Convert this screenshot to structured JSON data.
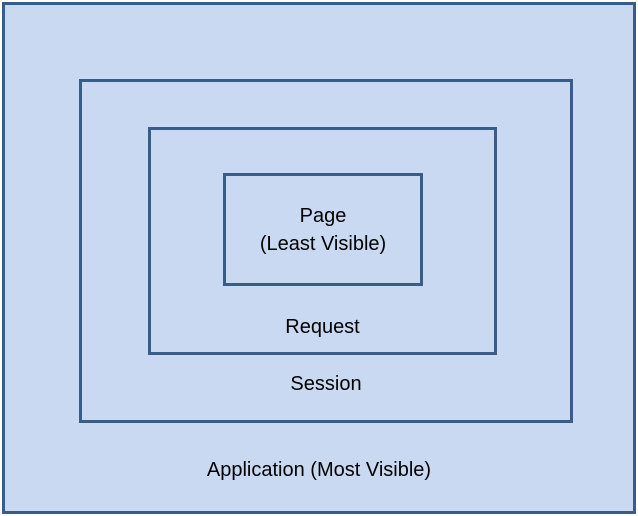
{
  "diagram": {
    "type": "nested-scope-diagram",
    "boxes": [
      {
        "id": "application",
        "label": "Application (Most Visible)"
      },
      {
        "id": "session",
        "label": "Session"
      },
      {
        "id": "request",
        "label": "Request"
      },
      {
        "id": "page",
        "label": "Page\n(Least Visible)"
      }
    ],
    "colors": {
      "fill": "#C9D9F1",
      "border": "#3A5C88",
      "text": "#000000",
      "page_background": "#FFFFFF"
    }
  }
}
